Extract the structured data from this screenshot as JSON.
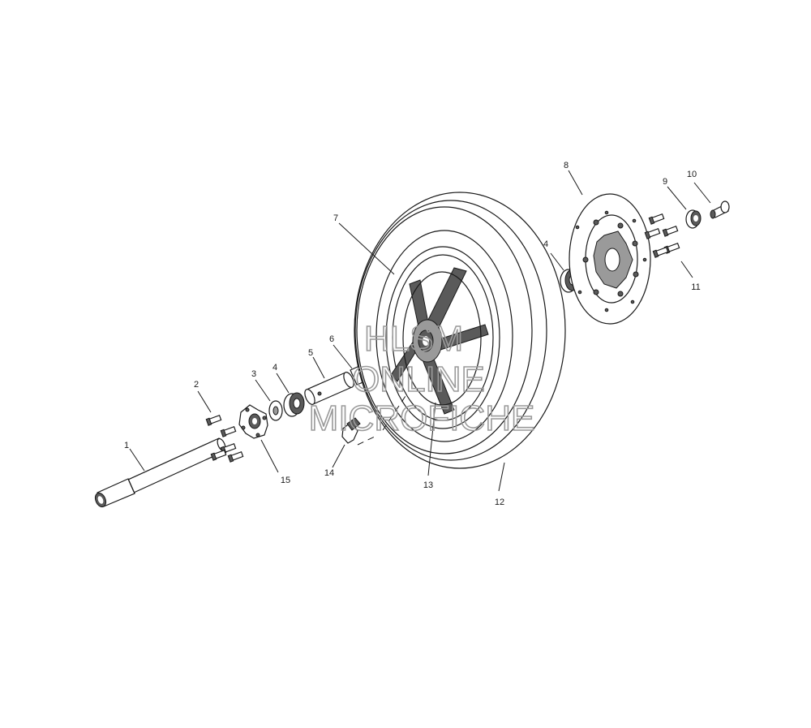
{
  "callouts": [
    {
      "id": "c1",
      "text": "1"
    },
    {
      "id": "c2",
      "text": "2"
    },
    {
      "id": "c3",
      "text": "3"
    },
    {
      "id": "c4a",
      "text": "4"
    },
    {
      "id": "c4b",
      "text": "4"
    },
    {
      "id": "c5",
      "text": "5"
    },
    {
      "id": "c6",
      "text": "6"
    },
    {
      "id": "c7",
      "text": "7"
    },
    {
      "id": "c8",
      "text": "8"
    },
    {
      "id": "c9",
      "text": "9"
    },
    {
      "id": "c10",
      "text": "10"
    },
    {
      "id": "c11",
      "text": "11"
    },
    {
      "id": "c12",
      "text": "12"
    },
    {
      "id": "c13",
      "text": "13"
    },
    {
      "id": "c14",
      "text": "14"
    },
    {
      "id": "c15",
      "text": "15"
    }
  ],
  "watermark": {
    "line1": "HLSM",
    "line2": "ONLINE",
    "line3": "MICROFICHE"
  }
}
